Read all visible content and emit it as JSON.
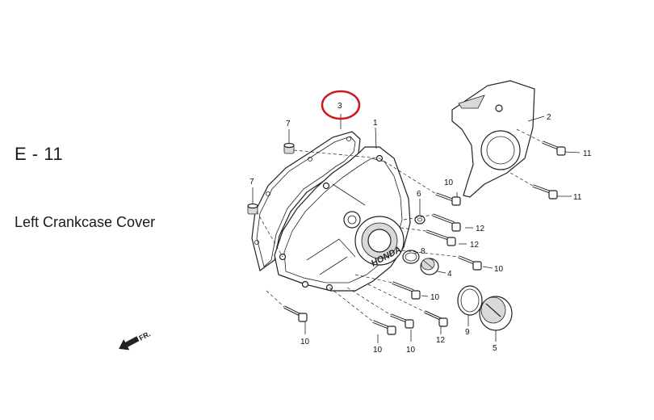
{
  "diagram": {
    "section_code": "E - 11",
    "section_title": "Left Crankcase Cover",
    "front_indicator": "FR.",
    "cover_logo": "HONDA",
    "highlight": {
      "callout": "3",
      "color": "#d0161b"
    },
    "callouts": {
      "c1": "1",
      "c2": "2",
      "c3": "3",
      "c4": "4",
      "c5": "5",
      "c6": "6",
      "c7a": "7",
      "c7b": "7",
      "c8": "8",
      "c9": "9",
      "c10a": "10",
      "c10b": "10",
      "c10c": "10",
      "c10d": "10",
      "c10e": "10",
      "c10f": "10",
      "c11a": "11",
      "c11b": "11",
      "c12a": "12",
      "c12b": "12",
      "c12c": "12"
    }
  }
}
